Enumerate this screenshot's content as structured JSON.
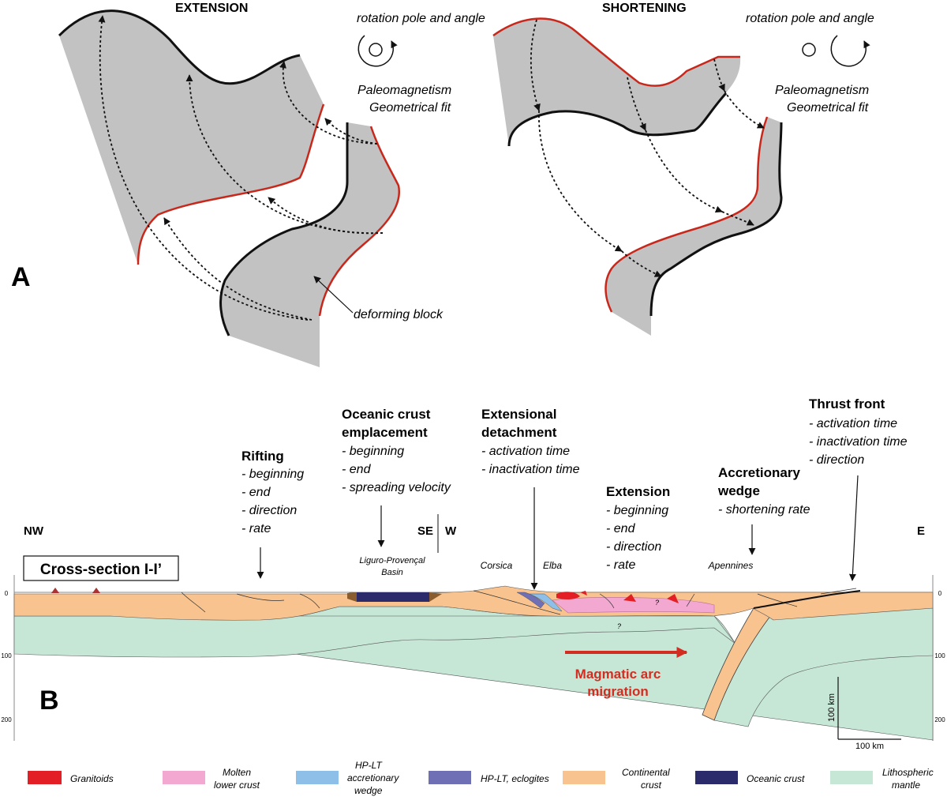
{
  "panel_a": {
    "label": "A",
    "extension": {
      "title": "EXTENSION",
      "pole_label": "rotation pole and angle",
      "method_1": "Paleomagnetism",
      "method_2": "Geometrical fit",
      "block_label": "deforming block"
    },
    "shortening": {
      "title": "SHORTENING",
      "pole_label": "rotation pole and angle",
      "method_1": "Paleomagnetism",
      "method_2": "Geometrical fit"
    }
  },
  "panel_b": {
    "label": "B",
    "section_title": "Cross-section I-I’",
    "dir_nw": "NW",
    "dir_se": "SE",
    "dir_w": "W",
    "dir_e": "E",
    "depth_ticks": [
      "0",
      "100",
      "200"
    ],
    "scale_vertical": "100 km",
    "scale_horizontal": "100 km",
    "place_basin_1": "Liguro-Provençal",
    "place_basin_2": "Basin",
    "place_corsica": "Corsica",
    "place_elba": "Elba",
    "place_apennines": "Apennines",
    "question_mark": "?",
    "arc_label_1": "Magmatic arc",
    "arc_label_2": "migration",
    "annotations": {
      "rifting": {
        "title": "Rifting",
        "items": [
          "- beginning",
          "- end",
          "- direction",
          "- rate"
        ]
      },
      "oceanic": {
        "title_1": "Oceanic crust",
        "title_2": "emplacement",
        "items": [
          "- beginning",
          "- end",
          "- spreading velocity"
        ]
      },
      "detachment": {
        "title_1": "Extensional",
        "title_2": "detachment",
        "items": [
          "- activation time",
          "- inactivation time"
        ]
      },
      "extension": {
        "title": "Extension",
        "items": [
          "- beginning",
          "- end",
          "- direction",
          "- rate"
        ]
      },
      "wedge": {
        "title_1": "Accretionary",
        "title_2": "wedge",
        "items": [
          "- shortening rate"
        ]
      },
      "thrust": {
        "title": "Thrust front",
        "items": [
          "- activation time",
          "- inactivation time",
          "- direction"
        ]
      }
    }
  },
  "legend": [
    {
      "label_lines": [
        "Granitoids"
      ],
      "color": "#e31e24"
    },
    {
      "label_lines": [
        "Molten",
        "lower crust"
      ],
      "color": "#f3a8d1"
    },
    {
      "label_lines": [
        "HP-LT",
        "accretionary",
        "wedge"
      ],
      "color": "#8dbfe8"
    },
    {
      "label_lines": [
        "HP-LT, eclogites"
      ],
      "color": "#6e6fb5"
    },
    {
      "label_lines": [
        "Continental",
        "crust"
      ],
      "color": "#f8c38e"
    },
    {
      "label_lines": [
        "Oceanic crust"
      ],
      "color": "#2b2a6b"
    },
    {
      "label_lines": [
        "Lithospheric",
        "mantle"
      ],
      "color": "#c6e6d6"
    }
  ],
  "colors": {
    "block_fill": "#c2c2c3",
    "red_edge": "#c8281b",
    "arc_arrow": "#d32d21",
    "frame": "#888888"
  }
}
